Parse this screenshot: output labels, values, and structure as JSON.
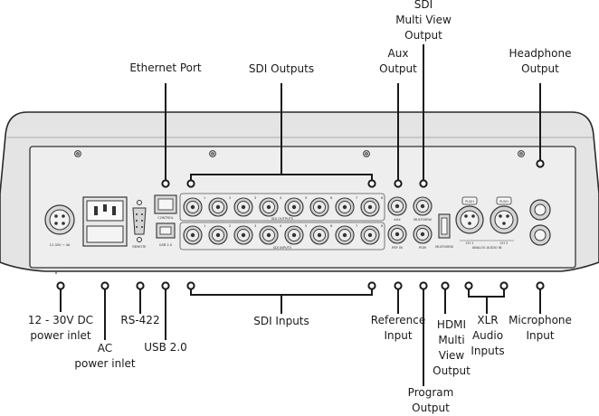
{
  "labels": {
    "ethernet_port": [
      "Ethernet Port"
    ],
    "sdi_outputs": [
      "SDI Outputs"
    ],
    "aux_output": [
      "Aux",
      "Output"
    ],
    "sdi_multiview": [
      "SDI",
      "Multi View",
      "Output"
    ],
    "headphone_output": [
      "Headphone",
      "Output"
    ],
    "dc_inlet": [
      "12 - 30V DC",
      "power inlet"
    ],
    "ac_inlet": [
      "AC",
      "power inlet"
    ],
    "rs422": [
      "RS-422"
    ],
    "usb": [
      "USB 2.0"
    ],
    "sdi_inputs": [
      "SDI Inputs"
    ],
    "reference_input": [
      "Reference",
      "Input"
    ],
    "hdmi_multiview": [
      "HDMI",
      "Multi",
      "View",
      "Output"
    ],
    "program_output": [
      "Program",
      "Output"
    ],
    "xlr_inputs": [
      "XLR",
      "Audio",
      "Inputs"
    ],
    "microphone_input": [
      "Microphone",
      "Input"
    ]
  },
  "panel_text": {
    "dc_rating": "12-30V ⎓ 4A",
    "remote": "REMOTE",
    "control": "CONTROL",
    "usb": "USB 2.0",
    "sdi_outputs": "SDI OUTPUTS",
    "sdi_inputs": "SDI INPUTS",
    "aux": "AUX",
    "multiview": "MULTIVIEW",
    "ref_in": "REF IN",
    "pgm": "PGM",
    "hdmi_multiview": "MULTIVIEW",
    "push": "PUSH",
    "ch1": "CH 1",
    "ch2": "CH 2",
    "analog_audio_in": "ANALOG AUDIO IN",
    "bnc_numbers": [
      "1",
      "2",
      "3",
      "4",
      "5",
      "6",
      "7",
      "8"
    ]
  },
  "colors": {
    "line": "#1a1a1a",
    "panel_outer": "#e4e4e4",
    "panel_inner": "#efefef",
    "connector": "#d4d4d4"
  }
}
